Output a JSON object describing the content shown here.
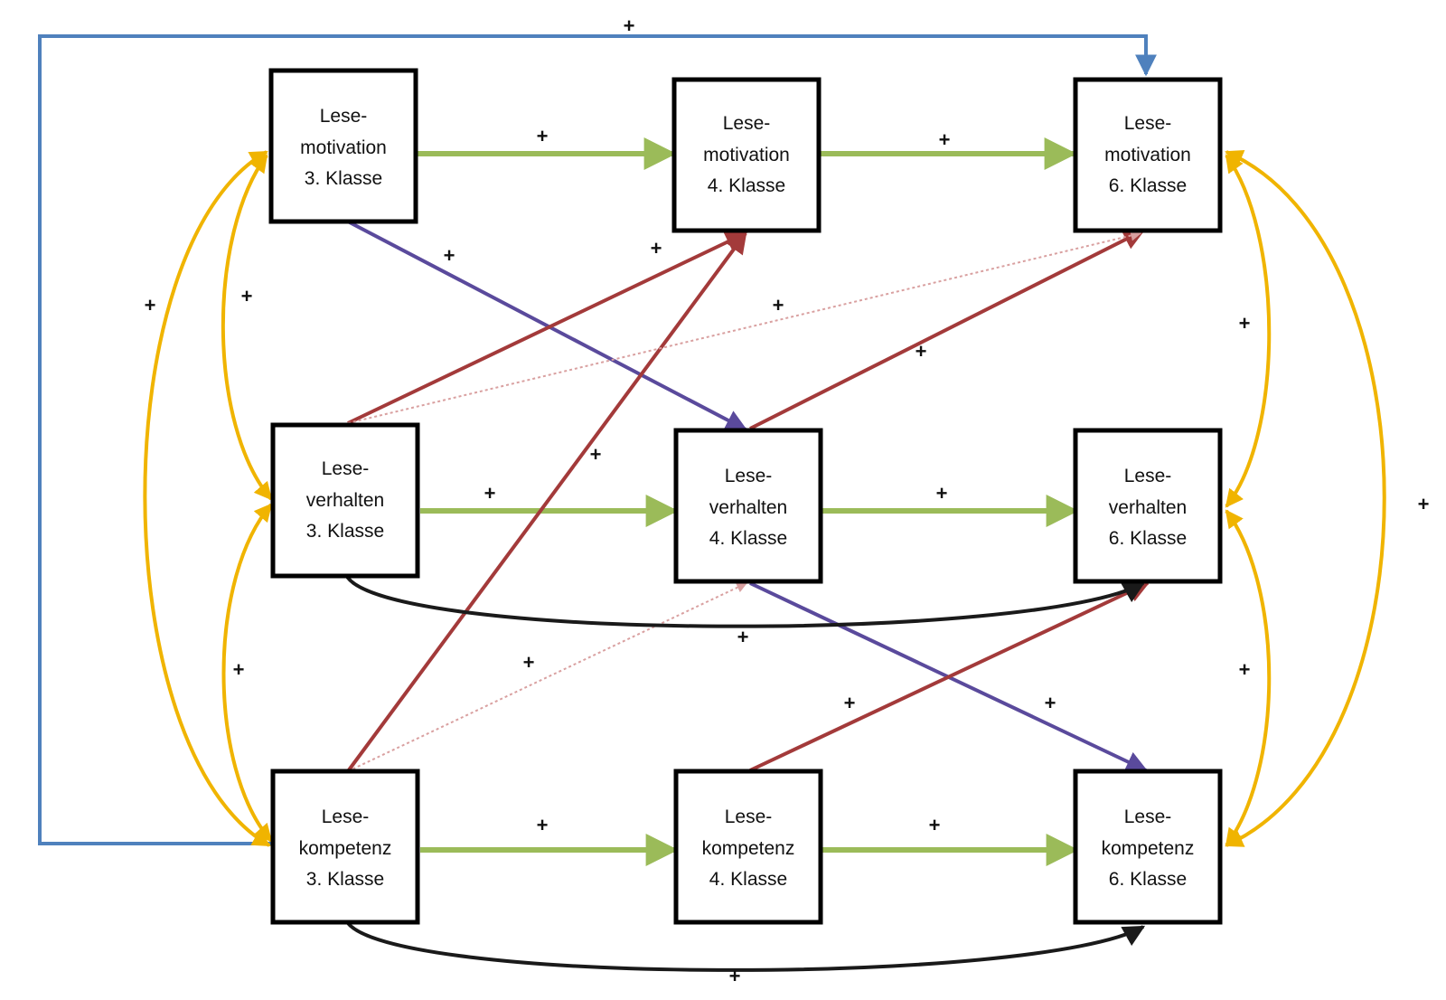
{
  "nodes": {
    "motivation_3": {
      "line1": "Lese-",
      "line2": "motivation",
      "line3": "3. Klasse"
    },
    "motivation_4": {
      "line1": "Lese-",
      "line2": "motivation",
      "line3": "4. Klasse"
    },
    "motivation_6": {
      "line1": "Lese-",
      "line2": "motivation",
      "line3": "6. Klasse"
    },
    "verhalten_3": {
      "line1": "Lese-",
      "line2": "verhalten",
      "line3": "3. Klasse"
    },
    "verhalten_4": {
      "line1": "Lese-",
      "line2": "verhalten",
      "line3": "4. Klasse"
    },
    "verhalten_6": {
      "line1": "Lese-",
      "line2": "verhalten",
      "line3": "6. Klasse"
    },
    "kompetenz_3": {
      "line1": "Lese-",
      "line2": "kompetenz",
      "line3": "3. Klasse"
    },
    "kompetenz_4": {
      "line1": "Lese-",
      "line2": "kompetenz",
      "line3": "4. Klasse"
    },
    "kompetenz_6": {
      "line1": "Lese-",
      "line2": "kompetenz",
      "line3": "6. Klasse"
    }
  },
  "edge_sign": "+",
  "colors": {
    "autoregressive": "#9bbb59",
    "cross_motivation_to_behavior": "#5a4a9c",
    "cross_to_motivation": "#a33a3a",
    "covariance": "#f0b400",
    "long_range_feedback": "#4f81bd",
    "long_range_skip": "#1a1a1a",
    "weak_path": "#d9a0a0"
  }
}
